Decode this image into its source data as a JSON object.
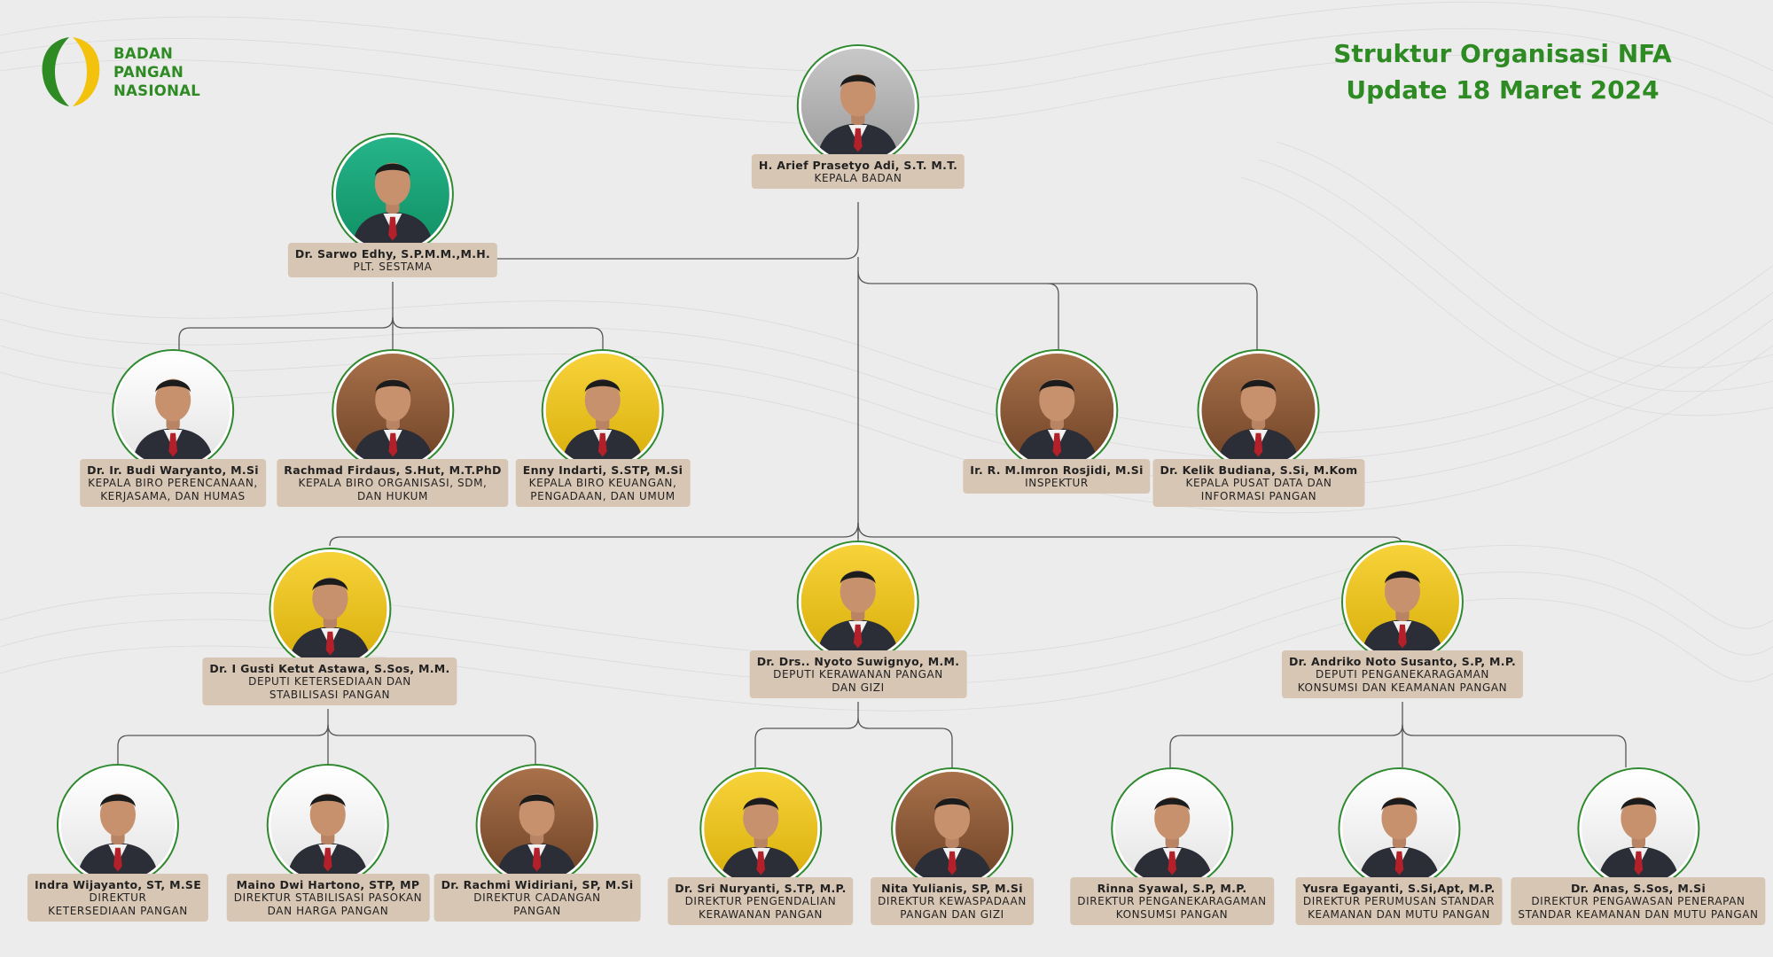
{
  "logo": {
    "line1": "BADAN",
    "line2": "PANGAN",
    "line3": "NASIONAL"
  },
  "title": {
    "line1": "Struktur Organisasi NFA",
    "line2": "Update 18 Maret 2024"
  },
  "colors": {
    "accent_green": "#2e8b23",
    "logo_yellow": "#f2c20c",
    "label_bg": "#d8c6b4",
    "photo_ring": "#2f8a2f",
    "line": "#555555"
  },
  "nodes": {
    "kepala": {
      "name": "H. Arief Prasetyo Adi, S.T. M.T.",
      "role": [
        "KEPALA BADAN"
      ],
      "bg": "gray"
    },
    "sestama": {
      "name": "Dr. Sarwo Edhy, S.P.M.M.,M.H.",
      "role": [
        "PLT. SESTAMA"
      ],
      "bg": "teal"
    },
    "biro_perencanaan": {
      "name": "Dr. Ir. Budi Waryanto, M.Si",
      "role": [
        "KEPALA BIRO PERENCANAAN,",
        "KERJASAMA, DAN HUMAS"
      ],
      "bg": "white"
    },
    "biro_organisasi": {
      "name": "Rachmad Firdaus, S.Hut, M.T.PhD",
      "role": [
        "KEPALA BIRO ORGANISASI, SDM,",
        "DAN HUKUM"
      ],
      "bg": "wood"
    },
    "biro_keuangan": {
      "name": "Enny Indarti, S.STP, M.Si",
      "role": [
        "KEPALA BIRO KEUANGAN,",
        "PENGADAAN, DAN UMUM"
      ],
      "bg": "yellow"
    },
    "inspektur": {
      "name": "Ir. R. M.Imron Rosjidi, M.Si",
      "role": [
        "INSPEKTUR"
      ],
      "bg": "wood"
    },
    "pusdatin": {
      "name": "Dr. Kelik Budiana, S.Si, M.Kom",
      "role": [
        "KEPALA PUSAT DATA DAN",
        "INFORMASI PANGAN"
      ],
      "bg": "wood"
    },
    "deputi1": {
      "name": "Dr. I Gusti Ketut Astawa, S.Sos, M.M.",
      "role": [
        "DEPUTI KETERSEDIAAN DAN",
        "STABILISASI PANGAN"
      ],
      "bg": "yellow"
    },
    "deputi2": {
      "name": "Dr. Drs.. Nyoto Suwignyo, M.M.",
      "role": [
        "DEPUTI KERAWANAN PANGAN",
        "DAN GIZI"
      ],
      "bg": "yellow"
    },
    "deputi3": {
      "name": "Dr. Andriko Noto Susanto, S.P, M.P.",
      "role": [
        "DEPUTI PENGANEKARAGAMAN",
        "KONSUMSI DAN KEAMANAN PANGAN"
      ],
      "bg": "yellow"
    },
    "dir_ketersediaan": {
      "name": "Indra Wijayanto, ST, M.SE",
      "role": [
        "DIREKTUR",
        "KETERSEDIAAN PANGAN"
      ],
      "bg": "white"
    },
    "dir_stabilisasi": {
      "name": "Maino Dwi Hartono, STP, MP",
      "role": [
        "DIREKTUR STABILISASI PASOKAN",
        "DAN HARGA PANGAN"
      ],
      "bg": "white"
    },
    "dir_cadangan": {
      "name": "Dr. Rachmi Widiriani, SP, M.Si",
      "role": [
        "DIREKTUR CADANGAN",
        "PANGAN"
      ],
      "bg": "wood"
    },
    "dir_pengendalian": {
      "name": "Dr. Sri Nuryanti, S.TP, M.P.",
      "role": [
        "DIREKTUR PENGENDALIAN",
        "KERAWANAN PANGAN"
      ],
      "bg": "yellow"
    },
    "dir_kewaspadaan": {
      "name": "Nita Yulianis, SP, M.Si",
      "role": [
        "DIREKTUR KEWASPADAAN",
        "PANGAN DAN GIZI"
      ],
      "bg": "wood"
    },
    "dir_penganekaragaman": {
      "name": "Rinna Syawal, S.P, M.P.",
      "role": [
        "DIREKTUR PENGANEKARAGAMAN",
        "KONSUMSI PANGAN"
      ],
      "bg": "white"
    },
    "dir_perumusan": {
      "name": "Yusra Egayanti, S.Si,Apt, M.P.",
      "role": [
        "DIREKTUR PERUMUSAN STANDAR",
        "KEAMANAN DAN MUTU PANGAN"
      ],
      "bg": "white"
    },
    "dir_pengawasan": {
      "name": "Dr. Anas, S.Sos, M.Si",
      "role": [
        "DIREKTUR PENGAWASAN PENERAPAN",
        "STANDAR KEAMANAN DAN MUTU PANGAN"
      ],
      "bg": "white"
    }
  }
}
